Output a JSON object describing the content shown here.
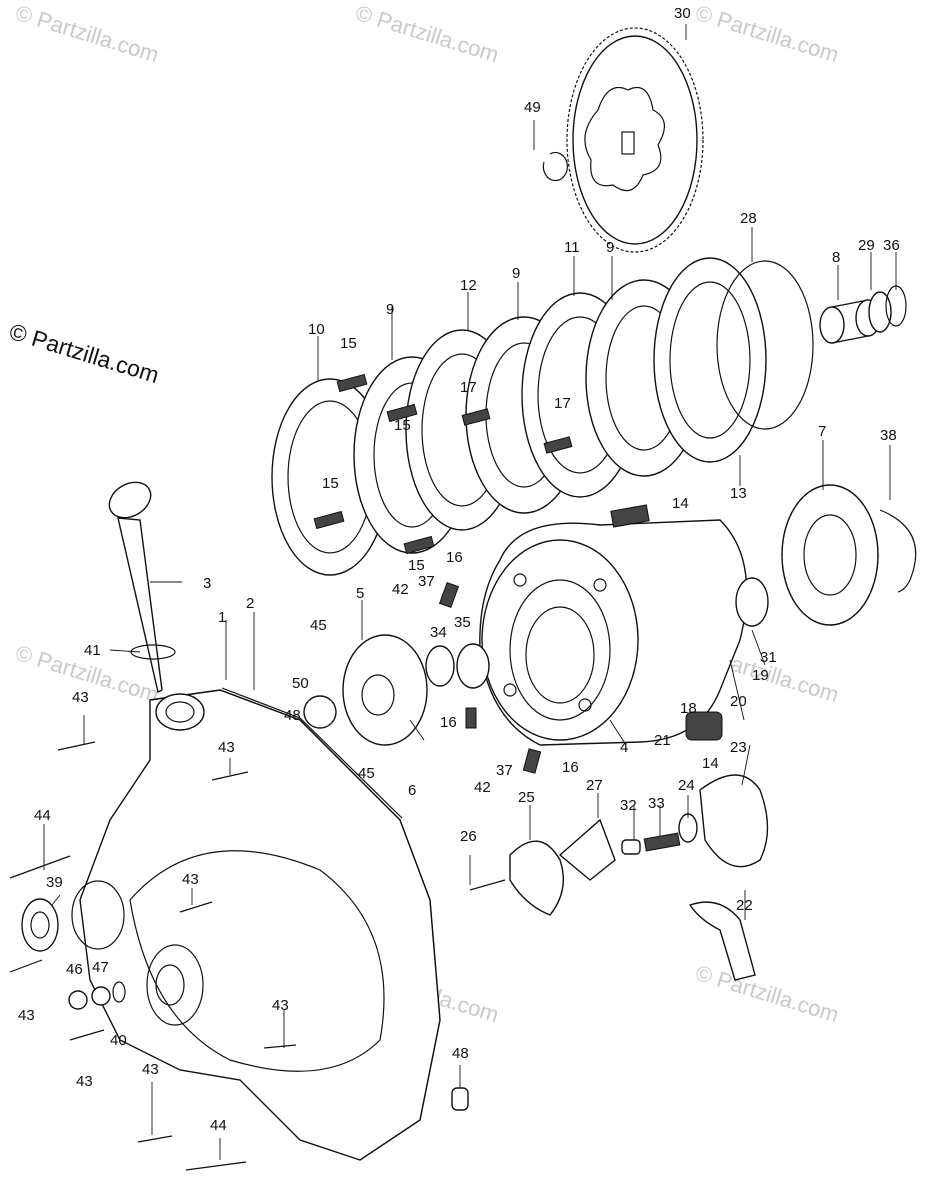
{
  "copyright": "© Partzilla.com",
  "watermark": "© Partzilla.com",
  "labels": [
    "1",
    "2",
    "3",
    "4",
    "5",
    "6",
    "7",
    "8",
    "9",
    "10",
    "11",
    "12",
    "13",
    "14",
    "15",
    "16",
    "17",
    "18",
    "19",
    "20",
    "21",
    "22",
    "23",
    "24",
    "25",
    "26",
    "27",
    "28",
    "29",
    "30",
    "31",
    "32",
    "33",
    "34",
    "35",
    "36",
    "37",
    "38",
    "39",
    "40",
    "41",
    "42",
    "43",
    "44",
    "45",
    "46",
    "47",
    "48",
    "49",
    "50"
  ]
}
